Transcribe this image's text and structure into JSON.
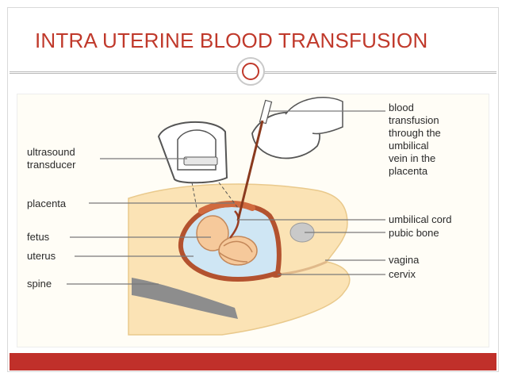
{
  "slide": {
    "title": "INTRA UTERINE BLOOD TRANSFUSION",
    "accent_color": "#c0392b",
    "bar_color": "#c0302a"
  },
  "diagram": {
    "labels_left": {
      "ultrasound": [
        "ultrasound",
        "transducer"
      ],
      "placenta": "placenta",
      "fetus": "fetus",
      "uterus": "uterus",
      "spine": "spine"
    },
    "labels_right": {
      "transfusion": [
        "blood",
        "transfusion",
        "through the",
        "umbilical",
        "vein in the",
        "placenta"
      ],
      "umbilical_cord": "umbilical cord",
      "pubic_bone": "pubic bone",
      "vagina": "vagina",
      "cervix": "cervix"
    },
    "colors": {
      "skin": "#fbe3b5",
      "skin_outline": "#e9c98c",
      "uterus_wall": "#b3522f",
      "amniotic": "#cfe6f4",
      "fetus": "#f6c99b",
      "spine": "#8d8d8d",
      "label": "#2a2a2a",
      "leader": "#7a7a7a"
    }
  }
}
